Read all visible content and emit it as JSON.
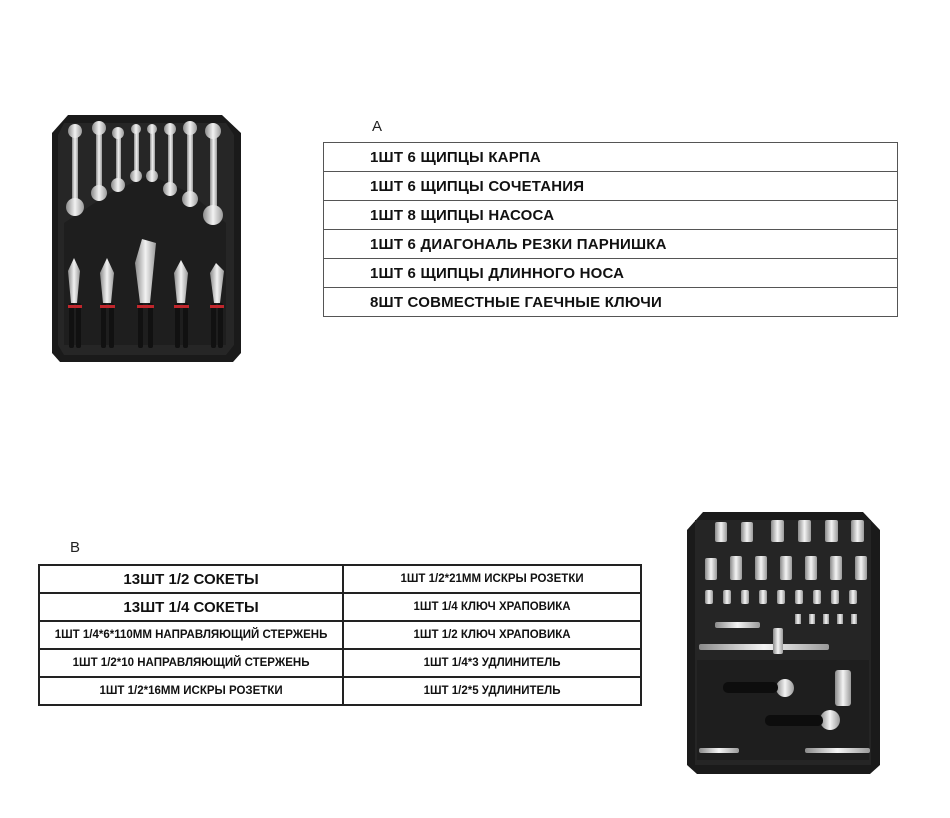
{
  "section_a": {
    "label": "A",
    "rows": [
      "1ШТ 6 ЩИПЦЫ КАРПА",
      "1ШТ 6 ЩИПЦЫ СОЧЕТАНИЯ",
      "1ШТ 8 ЩИПЦЫ НАСОСА",
      "1ШТ 6 ДИАГОНАЛЬ РЕЗКИ ПАРНИШКА",
      "1ШТ 6 ЩИПЦЫ ДЛИННОГО НОСА",
      "8ШТ СОВМЕСТНЫЕ ГАЕЧНЫЕ КЛЮЧИ"
    ]
  },
  "section_b": {
    "label": "B",
    "rows": [
      [
        "13ШТ 1/2 СОКЕТЫ",
        "1ШТ 1/2*21ММ ИСКРЫ РОЗЕТКИ"
      ],
      [
        "13ШТ 1/4 СОКЕТЫ",
        "1ШТ 1/4 КЛЮЧ ХРАПОВИКА"
      ],
      [
        "1ШТ 1/4*6*110ММ НАПРАВЛЯЮЩИЙ СТЕРЖЕНЬ",
        "1ШТ 1/2 КЛЮЧ ХРАПОВИКА"
      ],
      [
        "1ШТ 1/2*10 НАПРАВЛЯЮЩИЙ СТЕРЖЕНЬ",
        "1ШТ 1/4*3 УДЛИНИТЕЛЬ"
      ],
      [
        "1ШТ 1/2*16ММ ИСКРЫ РОЗЕТКИ",
        "1ШТ 1/2*5 УДЛИНИТЕЛЬ"
      ]
    ]
  }
}
